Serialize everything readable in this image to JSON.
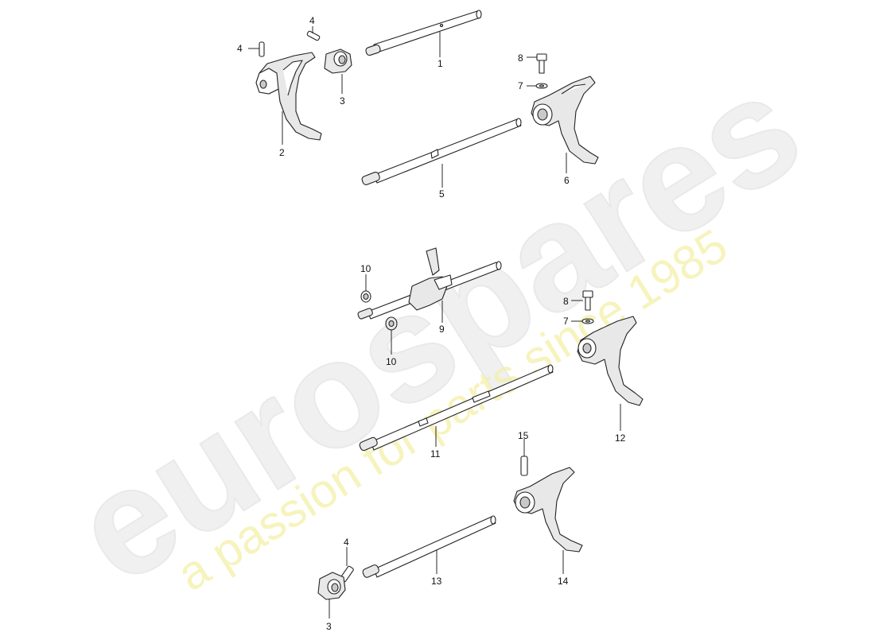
{
  "watermark": {
    "brand": "eurospares",
    "tagline": "a passion for parts since 1985"
  },
  "callouts": [
    {
      "id": "c4a",
      "text": "4"
    },
    {
      "id": "c4b",
      "text": "4"
    },
    {
      "id": "c1",
      "text": "1"
    },
    {
      "id": "c3a",
      "text": "3"
    },
    {
      "id": "c2",
      "text": "2"
    },
    {
      "id": "c8a",
      "text": "8"
    },
    {
      "id": "c7a",
      "text": "7"
    },
    {
      "id": "c6",
      "text": "6"
    },
    {
      "id": "c5",
      "text": "5"
    },
    {
      "id": "c10a",
      "text": "10"
    },
    {
      "id": "c10b",
      "text": "10"
    },
    {
      "id": "c9",
      "text": "9"
    },
    {
      "id": "c8b",
      "text": "8"
    },
    {
      "id": "c7b",
      "text": "7"
    },
    {
      "id": "c12",
      "text": "12"
    },
    {
      "id": "c11",
      "text": "11"
    },
    {
      "id": "c15",
      "text": "15"
    },
    {
      "id": "c4c",
      "text": "4"
    },
    {
      "id": "c13",
      "text": "13"
    },
    {
      "id": "c14",
      "text": "14"
    },
    {
      "id": "c3b",
      "text": "3"
    }
  ]
}
